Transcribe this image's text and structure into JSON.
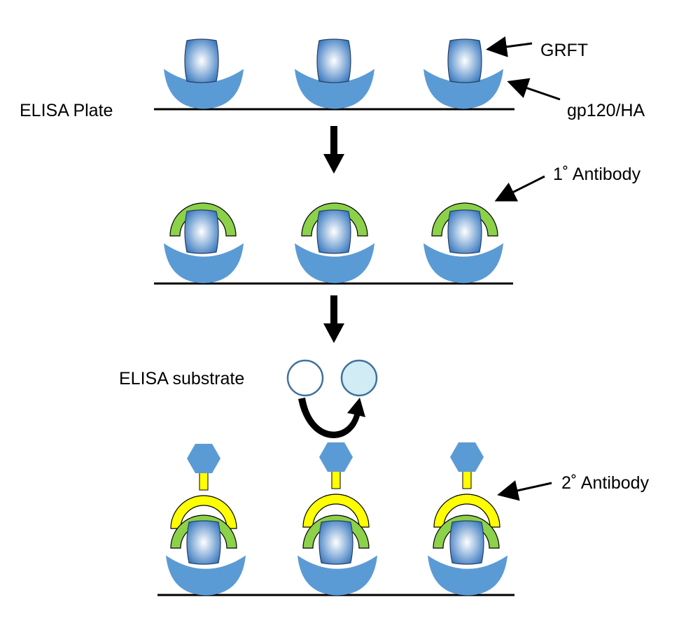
{
  "labels": {
    "grft": "GRFT",
    "gp120": "gp120/HA",
    "elisa_plate": "ELISA Plate",
    "primary_antibody": "1˚ Antibody",
    "elisa_substrate": "ELISA substrate",
    "secondary_antibody": "2˚ Antibody"
  },
  "colors": {
    "grft_center": "#ffffff",
    "grft_edge": "#3a7ac0",
    "gp120": "#5b9bd5",
    "primary_antibody": "#8cd14a",
    "secondary_antibody": "#ffff00",
    "hexagon": "#5b9bd5",
    "substrate_before": "#ffffff",
    "substrate_after": "#d2ecf6",
    "outline": "#41719c",
    "line": "#000000"
  }
}
